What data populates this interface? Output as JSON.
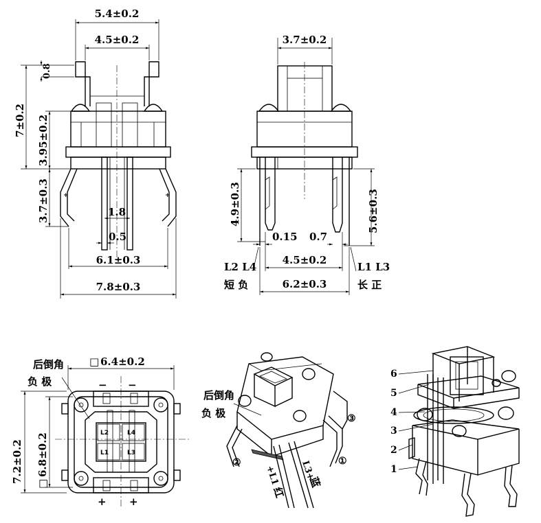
{
  "front_view": {
    "dim_top_outer": "5.4±0.2",
    "dim_top_inner": "4.5±0.2",
    "dim_cap_height": "0.8",
    "dim_total_height": "7±0.2",
    "dim_body_height": "3.95±0.2",
    "dim_leg_height": "3.7±0.3",
    "dim_pin_pitch": "1.8",
    "dim_pin_width": "0.5",
    "dim_pin_span": "6.1±0.3",
    "dim_overall_width": "7.8±0.3"
  },
  "side_view": {
    "dim_cap_width": "3.7±0.2",
    "dim_short_pin": "4.9±0.3",
    "dim_long_pin": "5.6±0.3",
    "dim_pin_thickness": "0.15",
    "dim_pin_width": "0.7",
    "dim_inner_span": "4.5±0.2",
    "dim_outer_span": "6.2±0.3",
    "left_pins": "L2 L4",
    "left_meaning": "短 负",
    "right_pins": "L1 L3",
    "right_meaning": "长 正"
  },
  "top_view": {
    "chamfer_note_1": "后倒角",
    "chamfer_note_2": "负  极",
    "dim_width": "6.4±0.2",
    "dim_height_outer": "7.2±0.2",
    "dim_height_inner": "6.8±0.2",
    "box_symbol": "□",
    "minus_1": "−",
    "minus_2": "−",
    "plus_1": "+",
    "plus_2": "+",
    "cell_l2": "L2",
    "cell_l4": "L4",
    "cell_l1": "L1",
    "cell_l3": "L3"
  },
  "iso_view": {
    "chamfer_note_1": "后倒角",
    "chamfer_note_2": "负  极",
    "marker_1": "①",
    "marker_2": "②",
    "marker_3": "③",
    "lead_l1": "+L1",
    "lead_l1_color": "红",
    "lead_l3": "L3+",
    "lead_l3_color": "蓝"
  },
  "exploded_view": {
    "parts": [
      "6",
      "5",
      "4",
      "3",
      "2",
      "1"
    ]
  }
}
